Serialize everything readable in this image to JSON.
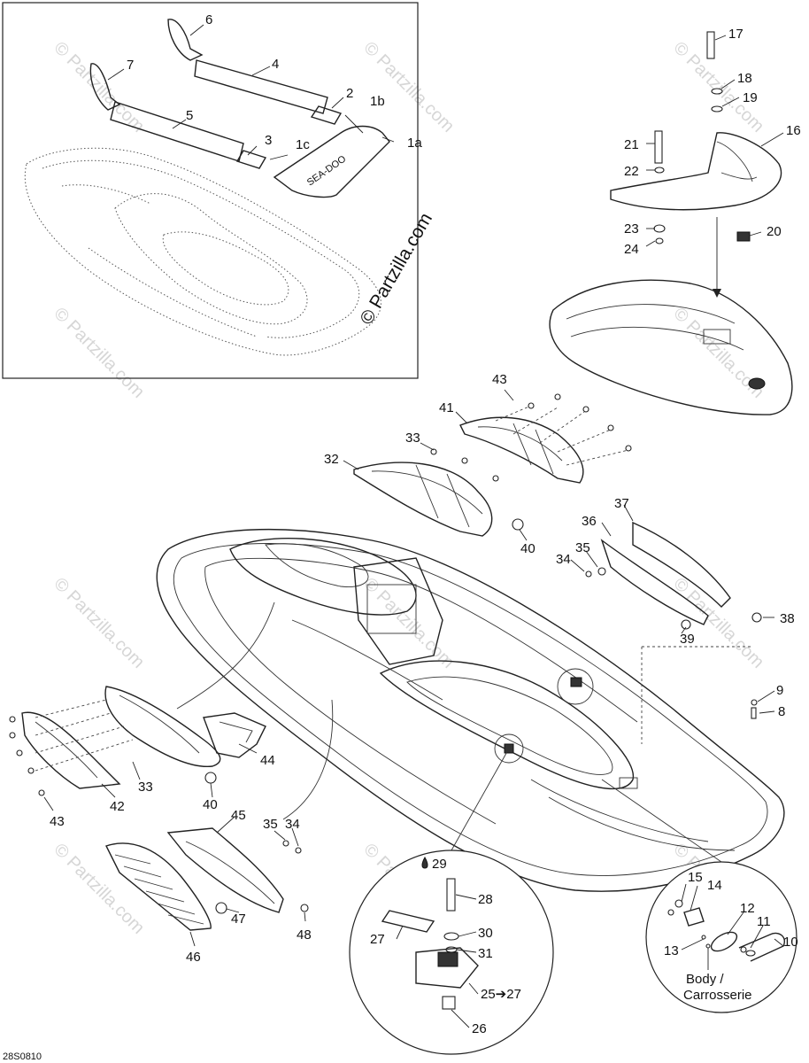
{
  "watermark": "© Partzilla.com",
  "figure_code": "28S0810",
  "body_label_line1": "Body /",
  "body_label_line2": "Carrosserie",
  "arrow_ref": "25➔27",
  "callouts": {
    "c1a": "1a",
    "c1b": "1b",
    "c1c": "1c",
    "c2": "2",
    "c3": "3",
    "c4": "4",
    "c5": "5",
    "c6": "6",
    "c7": "7",
    "c8": "8",
    "c9": "9",
    "c10": "10",
    "c11": "11",
    "c12": "12",
    "c13": "13",
    "c14": "14",
    "c15": "15",
    "c16": "16",
    "c17": "17",
    "c18": "18",
    "c19": "19",
    "c20": "20",
    "c21": "21",
    "c22": "22",
    "c23": "23",
    "c24": "24",
    "c26": "26",
    "c27": "27",
    "c28": "28",
    "c29": "29",
    "c30": "30",
    "c31": "31",
    "c32": "32",
    "c33a": "33",
    "c33b": "33",
    "c34a": "34",
    "c34b": "34",
    "c35a": "35",
    "c35b": "35",
    "c36": "36",
    "c37": "37",
    "c38": "38",
    "c39": "39",
    "c40a": "40",
    "c40b": "40",
    "c41": "41",
    "c42": "42",
    "c43a": "43",
    "c43b": "43",
    "c44": "44",
    "c45": "45",
    "c46": "46",
    "c47": "47",
    "c48": "48"
  }
}
